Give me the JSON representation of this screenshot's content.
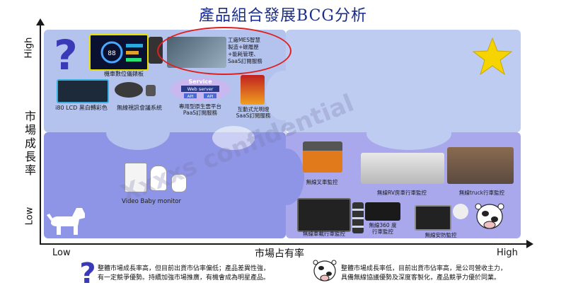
{
  "title": "產品組合發展BCG分析",
  "axis": {
    "y_high": "High",
    "y_low": "Low",
    "y_label": "市場成長率",
    "x_low": "Low",
    "x_label": "市場占有率",
    "x_high": "High"
  },
  "quadrants": {
    "question_mark": {
      "products": [
        {
          "label": "機車數位儀錶板"
        },
        {
          "label": "工廠MES智慧製造+碳履歷+能耗管理、SaaS訂閱服務",
          "lines": [
            "工廠MES智慧",
            "製造+碳履歷",
            "+能耗管理、",
            "SaaS訂閱服務"
          ]
        },
        {
          "label": "i80 LCD 黑白轉彩色"
        },
        {
          "label": "無線視訊會議系統"
        },
        {
          "label": "專用型原生雲平台PaaS訂閱服務",
          "lines": [
            "專用型原生雲平台",
            "PaaS訂閱服務"
          ]
        },
        {
          "label": "互動式光明燈SaaS訂閱服務",
          "lines": [
            "互動式光明燈",
            "SaaS訂閱服務"
          ]
        }
      ],
      "service_graphic": {
        "title": "Service",
        "bar1": "Web server",
        "btn1": "API",
        "btn2": "API"
      },
      "dashboard_readout": "88"
    },
    "dog": {
      "products": [
        {
          "label": "Video Baby monitor"
        }
      ]
    },
    "cash_cow": {
      "products": [
        {
          "label": "無線叉車監控"
        },
        {
          "label": "無線RV房車行車監控"
        },
        {
          "label": "無線truck行車監控"
        },
        {
          "label": "無線車載行車監控"
        },
        {
          "label": "無線360 度行車監控",
          "lines": [
            "無線360 度",
            "行車監控"
          ]
        },
        {
          "label": "無線安防監控"
        }
      ]
    }
  },
  "watermark": "Xxxxs confidential",
  "legend": {
    "question": {
      "lines": [
        "整體市場成長率高，但目前出貨市佔率偏低；產品差異性強，",
        "有一定競爭優勢。持續加強市場推廣，有機會成為明星產品。"
      ]
    },
    "cow": {
      "lines": [
        "整體市場成長率低，目前出貨市佔率高，是公司營收主力，",
        "具備無線協議優勢及深度客製化，產品競爭力優於同業。"
      ]
    }
  },
  "colors": {
    "title": "#1a2d8c",
    "q_top_left": "#b3c3ee",
    "q_top_right": "#bfccf1",
    "q_bottom_left": "#8f95e6",
    "q_bottom_right": "#a9a8ec",
    "highlight_ring": "#e02020",
    "question_mark": "#3a3ab8",
    "star": "#f5d400"
  },
  "icons": [
    "question-mark-icon",
    "star-icon",
    "dog-icon",
    "cow-icon"
  ]
}
